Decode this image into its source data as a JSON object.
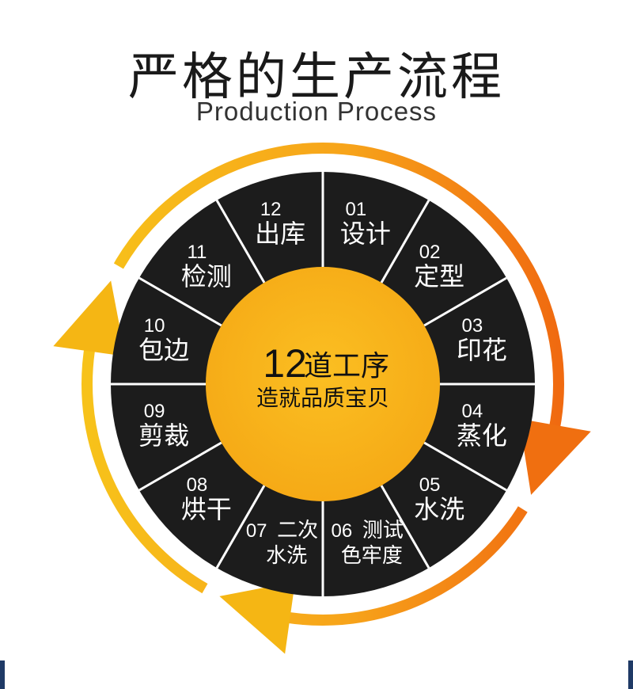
{
  "header": {
    "title": "严格的生产流程",
    "subtitle": "Production Process"
  },
  "center": {
    "number": "12",
    "label": "道工序",
    "slogan": "造就品质宝贝"
  },
  "steps": [
    {
      "num": "01",
      "lines": [
        "设计"
      ]
    },
    {
      "num": "02",
      "lines": [
        "定型"
      ]
    },
    {
      "num": "03",
      "lines": [
        "印花"
      ]
    },
    {
      "num": "04",
      "lines": [
        "蒸化"
      ]
    },
    {
      "num": "05",
      "lines": [
        "水洗"
      ]
    },
    {
      "num": "06",
      "lines": [
        "测试",
        "色牢度"
      ]
    },
    {
      "num": "07",
      "lines": [
        "二次",
        "水洗"
      ]
    },
    {
      "num": "08",
      "lines": [
        "烘干"
      ]
    },
    {
      "num": "09",
      "lines": [
        "剪裁"
      ]
    },
    {
      "num": "10",
      "lines": [
        "包边"
      ]
    },
    {
      "num": "11",
      "lines": [
        "检测"
      ]
    },
    {
      "num": "12",
      "lines": [
        "出库"
      ]
    }
  ],
  "colors": {
    "ring_dark": "#1c1c1c",
    "center_fill": "#f7b01a",
    "arrow_yellow": "#f5b614",
    "arrow_orange": "#f06f10",
    "divider": "#ffffff",
    "text_light": "#ffffff",
    "text_dark": "#111111"
  }
}
